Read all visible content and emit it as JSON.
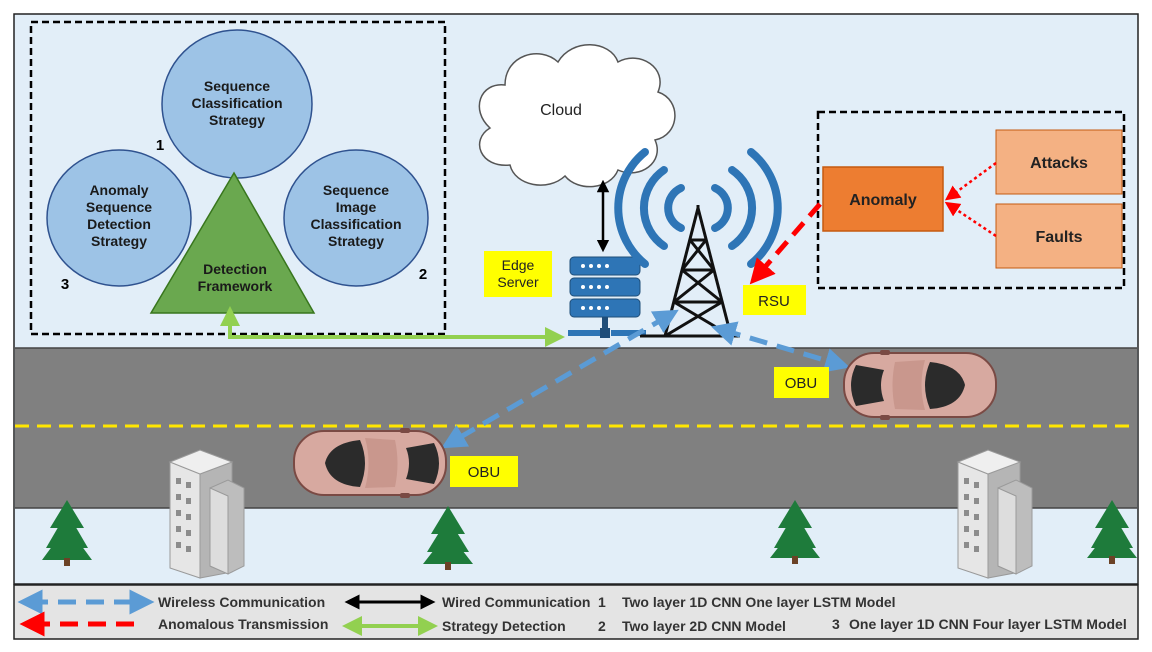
{
  "strategies": {
    "top": "Sequence\nClassification\nStrategy",
    "left": "Anomaly\nSequence\nDetection\nStrategy",
    "right": "Sequence\nImage\nClassification\nStrategy",
    "center": "Detection\nFramework",
    "num_top": "1",
    "num_right": "2",
    "num_left": "3"
  },
  "network": {
    "cloud": "Cloud",
    "edge_server": "Edge\nServer",
    "rsu": "RSU",
    "obu_right": "OBU",
    "obu_left": "OBU"
  },
  "anomaly": {
    "anomaly": "Anomaly",
    "attacks": "Attacks",
    "faults": "Faults"
  },
  "legend": {
    "wireless": "Wireless Communication",
    "anomalous": "Anomalous Transmission",
    "wired": "Wired Communication",
    "strategy": "Strategy Detection",
    "m1_num": "1",
    "m1_text": "Two layer 1D CNN One layer LSTM Model",
    "m2_num": "2",
    "m2_text": "Two layer 2D CNN Model",
    "m3_num": "3",
    "m3_text": "One layer 1D CNN Four layer LSTM Model"
  },
  "colors": {
    "sky": "#e2eef8",
    "road": "#808080",
    "circle": "#9dc3e6",
    "triangle": "#6aa84f",
    "anomaly": "#ed7d31",
    "attack": "#f4b183",
    "label_box": "#ffff00",
    "wireless": "#5b9bd5",
    "anomalous": "#ff0000",
    "strategy": "#92d050",
    "car": "#d7a9a0",
    "tower_waves": "#2e75b6"
  }
}
